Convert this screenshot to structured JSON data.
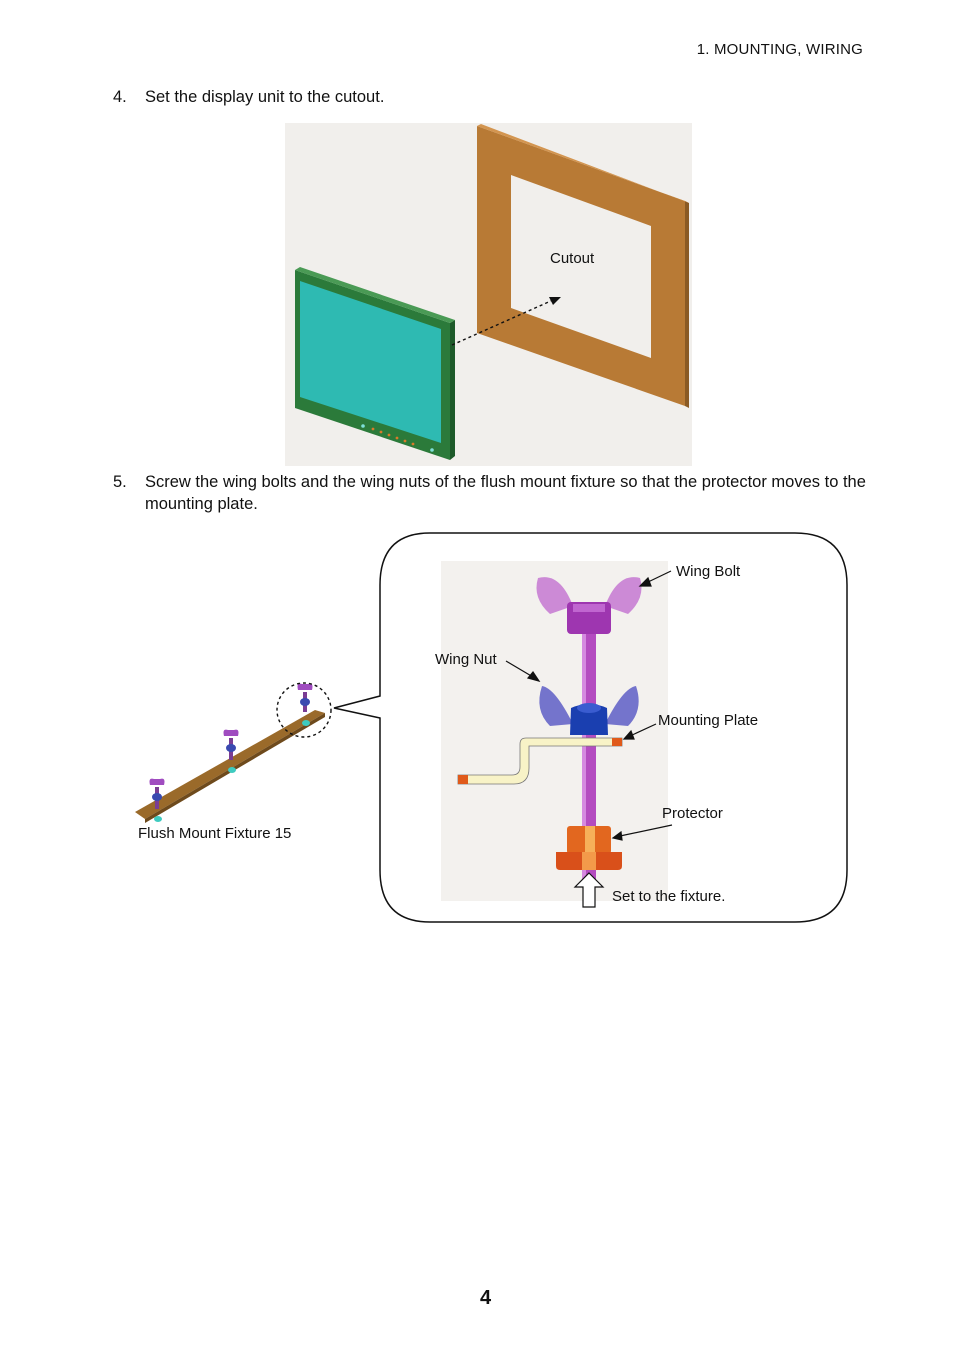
{
  "header": {
    "section": "1.  MOUNTING, WIRING"
  },
  "steps": [
    {
      "number": "4.",
      "text": "Set the display unit to the cutout."
    },
    {
      "number": "5.",
      "text": "Screw the wing bolts and the wing nuts of the flush mount fixture so that the protector moves to the mounting plate."
    }
  ],
  "figure1": {
    "cutout_label": "Cutout"
  },
  "figure2": {
    "fixture_label": "Flush Mount Fixture 15",
    "wing_bolt_label": "Wing Bolt",
    "wing_nut_label": "Wing Nut",
    "mounting_plate_label": "Mounting Plate",
    "protector_label": "Protector",
    "set_label": "Set to the fixture."
  },
  "page_number": "4"
}
